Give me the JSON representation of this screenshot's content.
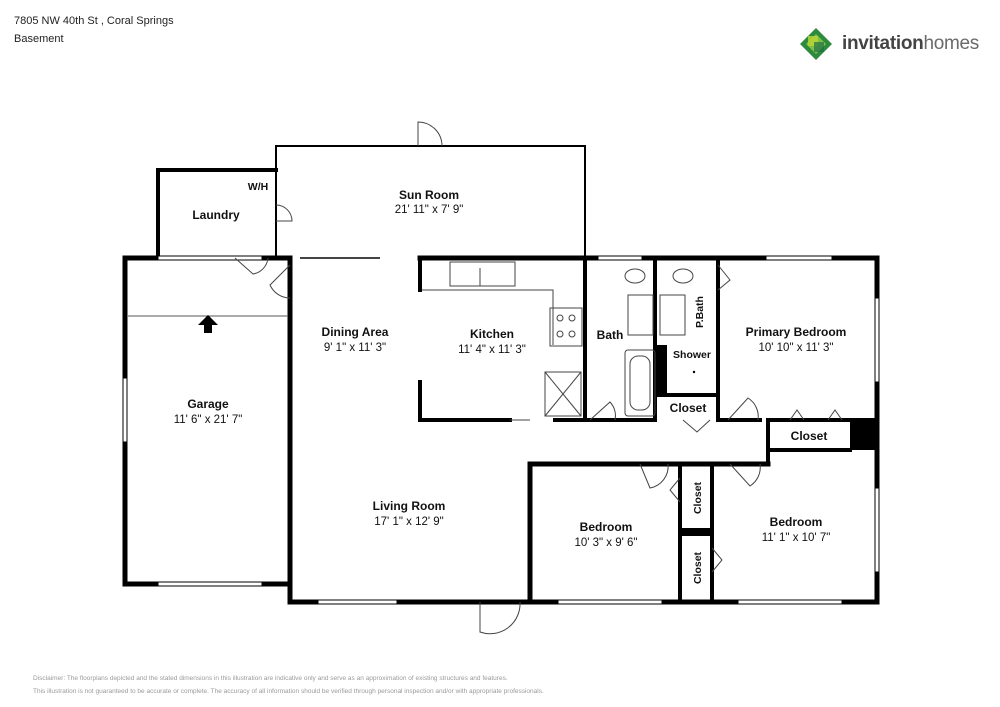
{
  "header": {
    "address": "7805 NW 40th St , Coral Springs",
    "level": "Basement"
  },
  "brand": {
    "bold": "invitation",
    "light": "homes",
    "colors": [
      "#2e8b3e",
      "#7dc242",
      "#b5d334",
      "#1f6f4a"
    ]
  },
  "rooms": {
    "sun_room": {
      "name": "Sun Room",
      "dims": "21' 11\" x 7' 9\""
    },
    "laundry": {
      "name": "Laundry"
    },
    "wh": {
      "name": "W/H"
    },
    "garage": {
      "name": "Garage",
      "dims": "11' 6\" x 21' 7\""
    },
    "dining": {
      "name": "Dining Area",
      "dims": "9' 1\" x 11' 3\""
    },
    "kitchen": {
      "name": "Kitchen",
      "dims": "11' 4\" x 11' 3\""
    },
    "bath": {
      "name": "Bath"
    },
    "pbath": {
      "name": "P.Bath"
    },
    "shower": {
      "name": "Shower"
    },
    "primary_bedroom": {
      "name": "Primary Bedroom",
      "dims": "10' 10\" x 11' 3\""
    },
    "closet_hall": {
      "name": "Closet"
    },
    "closet_primary": {
      "name": "Closet"
    },
    "living": {
      "name": "Living Room",
      "dims": "17' 1\" x 12' 9\""
    },
    "bedroom2": {
      "name": "Bedroom",
      "dims": "10' 3\" x 9' 6\""
    },
    "bedroom3": {
      "name": "Bedroom",
      "dims": "11' 1\" x 10' 7\""
    },
    "closet_b2": {
      "name": "Closet"
    },
    "closet_b3": {
      "name": "Closet"
    }
  },
  "disclaimer": {
    "line1": "Disclaimer: The floorplans depicted and the stated dimensions in this illustration are indicative only and serve as an approximation of existing structures and features.",
    "line2": "This illustration is not guaranteed to be accurate or complete. The accuracy of all information should be verified through personal inspection and/or with appropriate professionals."
  }
}
